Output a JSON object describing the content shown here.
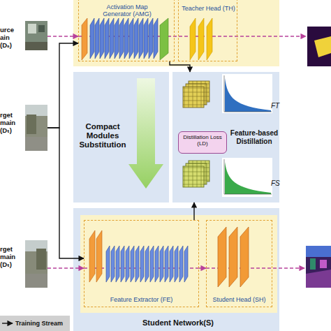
{
  "diagram": {
    "nodes": [
      {
        "text": [
          "urce ain (Dₛ)"
        ]
      },
      {
        "text": [
          "Activation Map Generator (AMG)"
        ]
      },
      {
        "text": [
          "Teacher Head (TH)"
        ]
      },
      {
        "text": [
          "Compact Modules Substitution"
        ]
      },
      {
        "text": [
          "Feature-based Distillation"
        ]
      },
      {
        "text": [
          "Distillation Loss (LD)"
        ],
        "in": 4
      },
      {
        "text": [
          "rget main (Dₜ)"
        ]
      },
      {
        "text": [
          "Student Network(S)"
        ]
      },
      {
        "text": [
          "Feature Extractor (FE)"
        ],
        "in": 7
      },
      {
        "text": [
          "Student Head (SH)"
        ],
        "in": 7
      },
      {
        "text": [
          "rget main (Dₜ)"
        ]
      }
    ],
    "edges": [
      {
        "from": 0,
        "to": 1,
        "arrow": "to"
      },
      {
        "from": 6,
        "to": 1,
        "arrow": "to"
      },
      {
        "from": 6,
        "to": 8,
        "arrow": "to"
      },
      {
        "from": 10,
        "to": 8,
        "arrow": "to"
      },
      {
        "from": 1,
        "to": 4,
        "arrow": "to"
      },
      {
        "from": 8,
        "to": 4,
        "arrow": "to"
      },
      {
        "from": 8,
        "to": 9,
        "arrow": "to"
      }
    ],
    "labels": [
      "FT",
      "FS"
    ],
    "legend": [
      {
        "text": "Training Stream"
      }
    ]
  }
}
